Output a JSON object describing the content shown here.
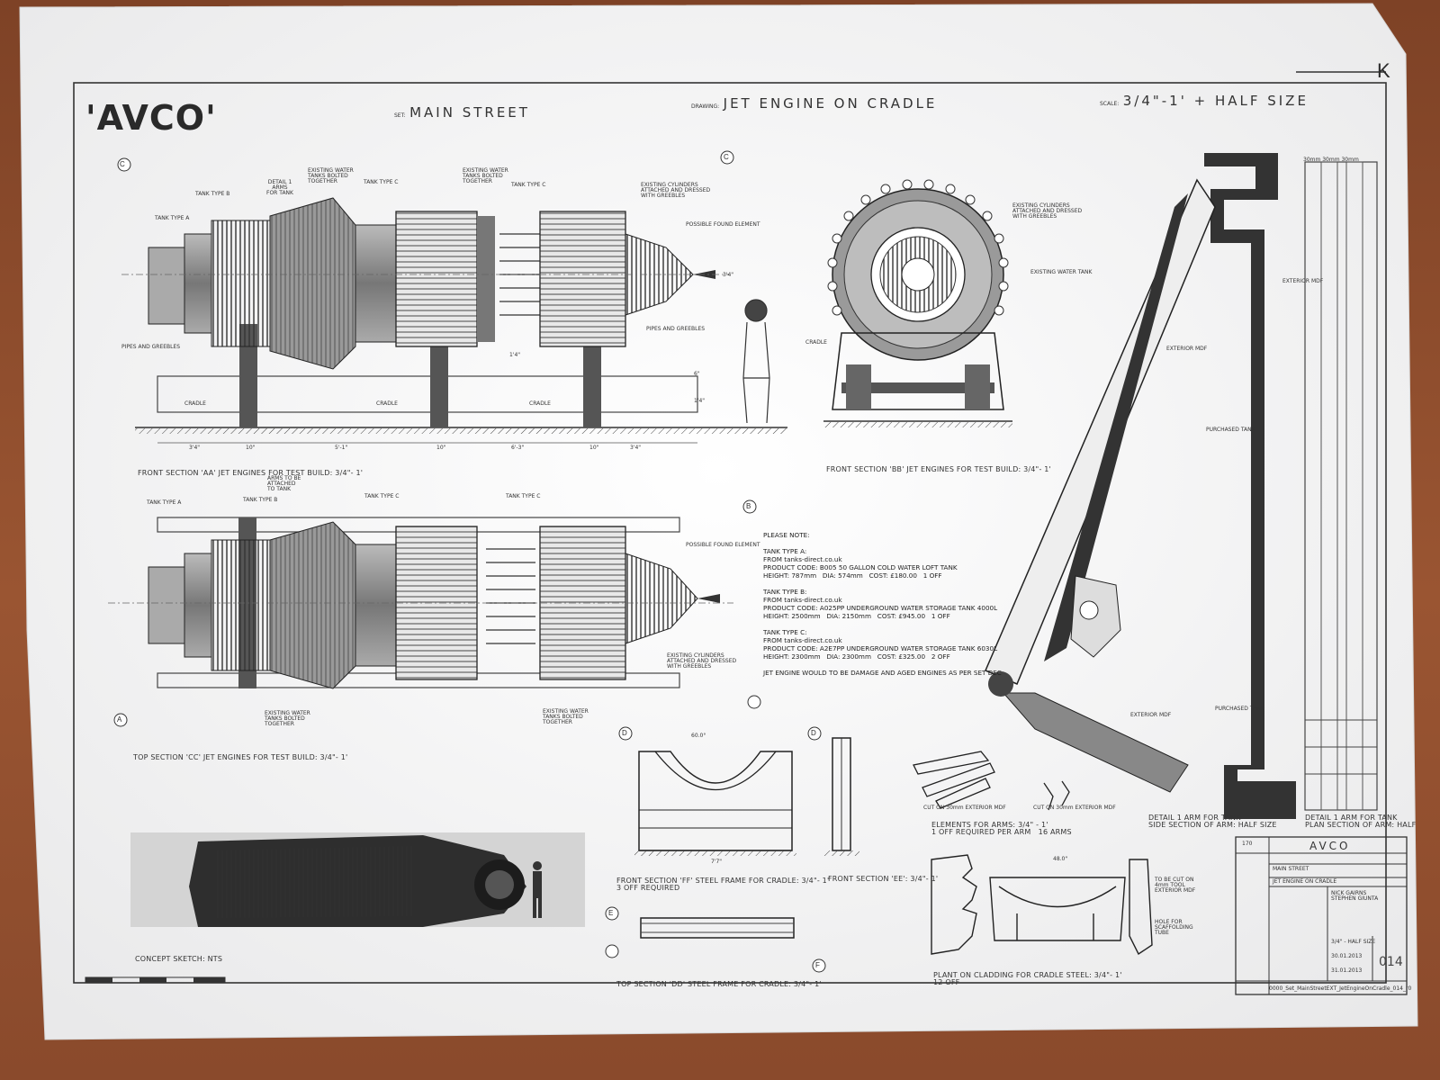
{
  "header": {
    "studio": "'AVCO'",
    "set_label": "SET:",
    "set_value": "MAIN STREET",
    "drawing_label": "DRAWING:",
    "drawing_value": "JET ENGINE ON CRADLE",
    "scale_label": "SCALE:",
    "scale_value": "3/4\"-1' + HALF SIZE",
    "sheet_mark": "K"
  },
  "markers": {
    "a": "A",
    "b": "B",
    "c": "C",
    "d": "D",
    "e": "E",
    "f": "F"
  },
  "front_aa": {
    "tank_type_a": "TANK TYPE A",
    "tank_type_b": "TANK TYPE B",
    "tank_type_c": "TANK TYPE C",
    "detail_arms": "DETAIL 1 ARMS FOR TANK",
    "existing_tanks_bolted": "EXISTING WATER TANKS BOLTED TOGETHER",
    "cylinders_attached": "EXISTING CYLINDERS ATTACHED AND DRESSED WITH GREEBLES",
    "possible_found": "POSSIBLE FOUND ELEMENT",
    "pipes_greebles": "PIPES AND GREEBLES",
    "cradle": "CRADLE",
    "dims": {
      "h1": "3'4\"",
      "h2": "6\"",
      "h3": "1'4\"",
      "gap": "1'4\"",
      "run1": "3'4\"",
      "run2": "10\"",
      "run3": "5'-1\"",
      "run5": "6'-3\""
    }
  },
  "front_bb": {
    "cylinders_attached": "EXISTING CYLINDERS ATTACHED AND DRESSED WITH GREEBLES",
    "existing_water_tank": "EXISTING WATER TANK",
    "cradle": "CRADLE"
  },
  "top_cc": {
    "tank_type_a": "TANK TYPE A",
    "tank_type_b": "TANK TYPE B",
    "tank_type_c": "TANK TYPE C",
    "arms_tie": "ARMS TO BE ATTACHED TO TANK",
    "possible_found": "POSSIBLE FOUND ELEMENT",
    "cylinders_attached": "EXISTING CYLINDERS ATTACHED AND DRESSED WITH GREEBLES",
    "existing_tanks_bolted": "EXISTING WATER TANKS BOLTED TOGETHER"
  },
  "notes": {
    "text": "PLEASE NOTE:\n\nTANK TYPE A:\nFROM tanks-direct.co.uk\nPRODUCT CODE: B005 50 GALLON COLD WATER LOFT TANK\nHEIGHT: 787mm   DIA: 574mm   COST: £180.00   1 OFF\n\nTANK TYPE B:\nFROM tanks-direct.co.uk\nPRODUCT CODE: A025PP UNDERGROUND WATER STORAGE TANK 4000L\nHEIGHT: 2500mm   DIA: 2150mm   COST: £945.00   1 OFF\n\nTANK TYPE C:\nFROM tanks-direct.co.uk\nPRODUCT CODE: A2E7PP UNDERGROUND WATER STORAGE TANK 6030L\nHEIGHT: 2300mm   DIA: 2300mm   COST: £325.00   2 OFF\n\nJET ENGINE WOULD TO BE DAMAGE AND AGED ENGINES AS PER SET DEC"
  },
  "arm": {
    "exterior_mdf": "EXTERIOR MDF",
    "purchased_tank": "PURCHASED TANK",
    "plan_dims": "30mm 30mm 30mm"
  },
  "elements": {
    "cut_1": "CUT ON 30mm EXTERIOR MDF",
    "cut_2": "CUT ON 30mm EXTERIOR MDF"
  },
  "frames": {
    "angle": "60.0°",
    "width": "7'7\""
  },
  "cladding": {
    "width": "48.0\"",
    "cut_note": "TO BE CUT ON 4mm TOOL EXTERIOR MDF",
    "hole_note": "HOLE FOR SCAFFOLDING TUBE"
  },
  "captions": {
    "front_aa": "FRONT SECTION 'AA' JET ENGINES FOR TEST BUILD: 3/4\"- 1'",
    "front_bb": "FRONT SECTION 'BB' JET ENGINES FOR TEST BUILD: 3/4\"- 1'",
    "top_cc": "TOP SECTION 'CC' JET ENGINES FOR TEST BUILD: 3/4\"- 1'",
    "arm_side": "DETAIL 1 ARM FOR TANK\nSIDE SECTION OF ARM: HALF SIZE",
    "arm_plan": "DETAIL 1 ARM FOR TANK\nPLAN SECTION OF ARM: HALF",
    "elements_arms": "ELEMENTS FOR ARMS: 3/4\" - 1'\n1 OFF REQUIRED PER ARM   16 ARMS",
    "frame_ff": "FRONT SECTION 'FF' STEEL FRAME FOR CRADLE: 3/4\"- 1'\n3 OFF REQUIRED",
    "frame_ee": "FRONT SECTION 'EE': 3/4\"- 1'",
    "frame_dd": "TOP SECTION 'DD' STEEL FRAME FOR CRADLE: 3/4\"- 1'",
    "plant_cladding": "PLANT ON CLADDING FOR CRADLE STEEL: 3/4\"- 1'\n12 OFF",
    "concept_sketch": "CONCEPT SKETCH: NTS"
  },
  "title_block": {
    "company": "AVCO",
    "number": "170",
    "set": "MAIN STREET",
    "drawing": "JET ENGINE ON CRADLE",
    "drawn_by": "NICK GAIRNS\nSTEPHEN GIUNTA",
    "scale": "3/4\" - HALF SIZE",
    "date": "30.01.2013",
    "date_2": "31.01.2013",
    "sheet_number": "014",
    "filename": "0000_Set_MainStreetEXT_JetEngineOnCradle_014_r0"
  }
}
